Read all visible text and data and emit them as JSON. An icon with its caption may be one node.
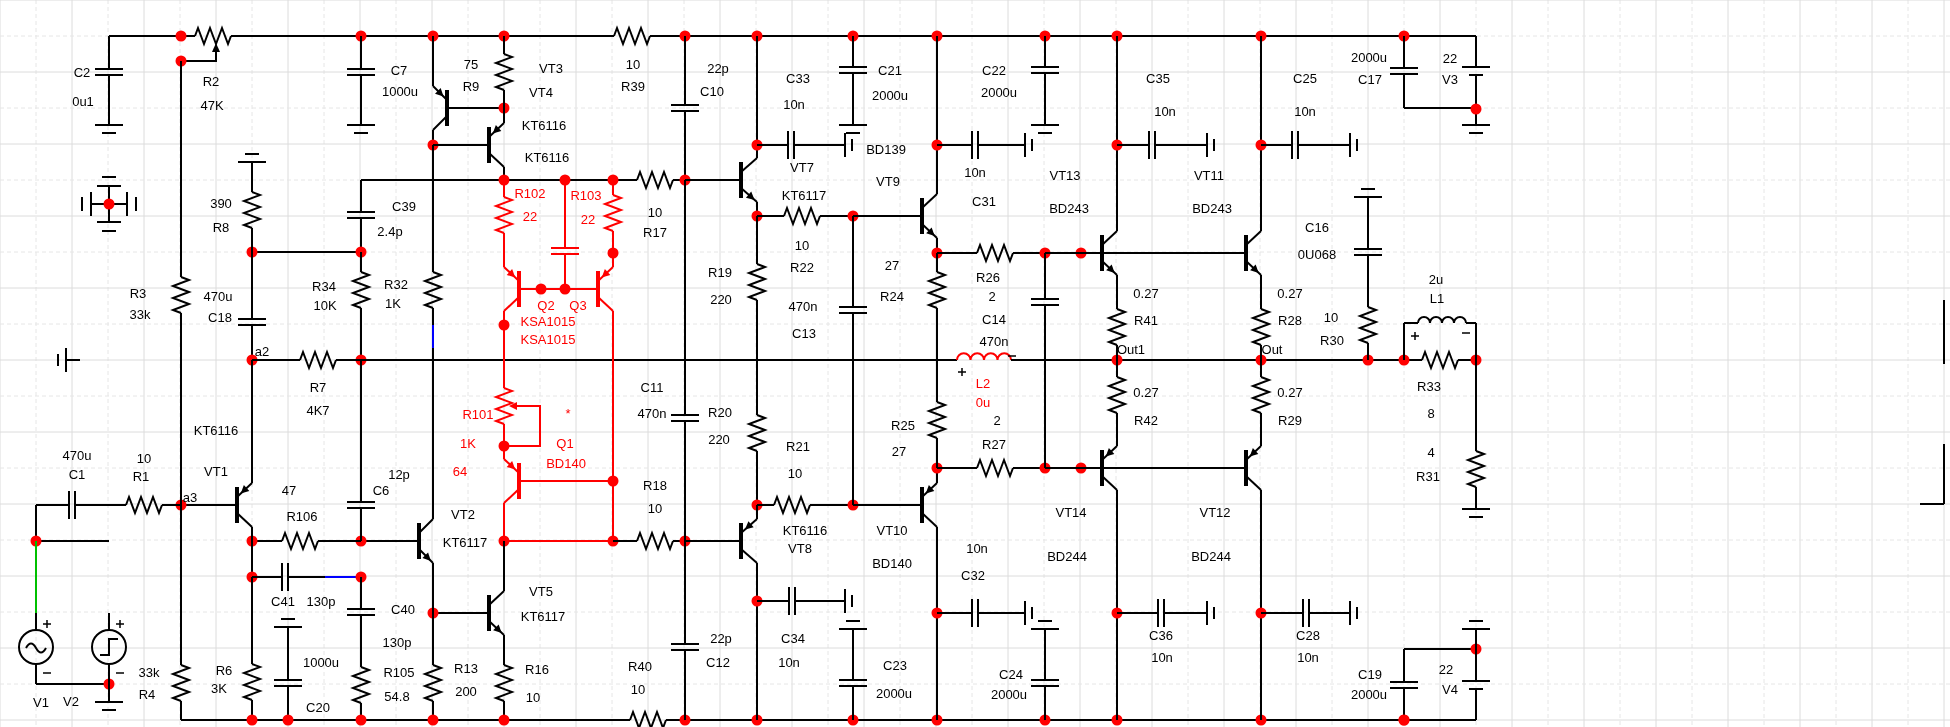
{
  "diagram": {
    "labels": [
      "C2",
      "0u1",
      "R2",
      "47K",
      "C7",
      "1000u",
      "75",
      "R9",
      "VT3",
      "VT4",
      "KT6116",
      "KT6116",
      "10",
      "R39",
      "22p",
      "C10",
      "C33",
      "10n",
      "C21",
      "2000u",
      "C22",
      "2000u",
      "C35",
      "10n",
      "C25",
      "10n",
      "2000u",
      "C17",
      "22",
      "V3",
      "BD139",
      "VT7",
      "VT9",
      "10n",
      "VT13",
      "VT11",
      "R102",
      "22",
      "R103",
      "22",
      "KT6117",
      "C31",
      "390",
      "C39",
      "BD243",
      "BD243",
      "10",
      "R8",
      "2.4p",
      "C16",
      "R17",
      "10",
      "0U068",
      "27",
      "R22",
      "R19",
      "R26",
      "2u",
      "R34",
      "R32",
      "R3",
      "470u",
      "0.27",
      "0.27",
      "2",
      "R24",
      "220",
      "L1",
      "10K",
      "1K",
      "Q2",
      "Q3",
      "470n",
      "33k",
      "C18",
      "10",
      "C14",
      "R41",
      "R28",
      "KSA1015",
      "C13",
      "KSA1015",
      "R30",
      "470n",
      "Out1",
      "Out",
      "a2",
      "L2",
      "R7",
      "C11",
      "R33",
      "0.27",
      "0.27",
      "0u",
      "4K7",
      "R20",
      "470n",
      "8",
      "R101",
      "*",
      "R42",
      "R29",
      "2",
      "R25",
      "KT6116",
      "220",
      "1K",
      "Q1",
      "R27",
      "R21",
      "27",
      "4",
      "470u",
      "10",
      "VT1",
      "64",
      "12p",
      "10",
      "C1",
      "R1",
      "BD140",
      "R31",
      "R18",
      "47",
      "C6",
      "a3",
      "10",
      "R106",
      "VT2",
      "VT14",
      "VT12",
      "KT6116",
      "VT10",
      "KT6117",
      "VT8",
      "10n",
      "BD244",
      "BD244",
      "BD140",
      "C32",
      "VT5",
      "C41",
      "130p",
      "C40",
      "KT6117",
      "C36",
      "C28",
      "22p",
      "C34",
      "130p",
      "C12",
      "10n",
      "10n",
      "10n",
      "1000u",
      "C23",
      "R40",
      "R13",
      "R16",
      "22",
      "R6",
      "33k",
      "R105",
      "C24",
      "C19",
      "3K",
      "10",
      "V4",
      "200",
      "2000u",
      "2000u",
      "2000u",
      "R4",
      "54.8",
      "10",
      "V2",
      "V1",
      "C20"
    ]
  }
}
